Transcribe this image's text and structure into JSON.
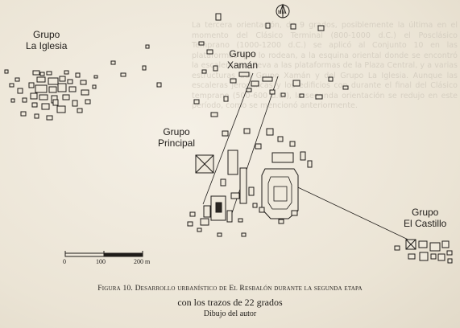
{
  "bleed_text": "La tercera orientación, de 9 grados, posiblemente la última en el momento del Clásico Terminal (800-1000 d.C.) el Posclásico Temprano (1000-1200 d.C.) se aplicó al Conjunto 10 en las plataformas que lo rodean, a la esquina oriental donde se encontró la escalera que lleva a las plataformas de la Plaza Central, y a varias estructuras del Grupo Xamán y del Grupo La Iglesia. Aunque las escaleras jeroglíficas y los edificios con durante el final del Clásico temprano (500-600 d.C.), la segunda orientación se redujo en este período, como se mencionó anteriormente.",
  "groups": {
    "iglesia": [
      "Grupo",
      "La Iglesia"
    ],
    "xaman": [
      "Grupo",
      "Xamán"
    ],
    "principal": [
      "Grupo",
      "Principal"
    ],
    "castillo": [
      "Grupo",
      "El Castillo"
    ]
  },
  "north_arrow": "NM",
  "scale": {
    "labels": [
      "0",
      "100",
      "200 m"
    ]
  },
  "caption": {
    "line1_prefix": "Figura 10.",
    "line1_rest": "Desarrollo urbanístico de El Resbalón durante la segunda etapa",
    "line2": "con los trazos de 22 grados",
    "line3": "Dibujo del autor"
  }
}
